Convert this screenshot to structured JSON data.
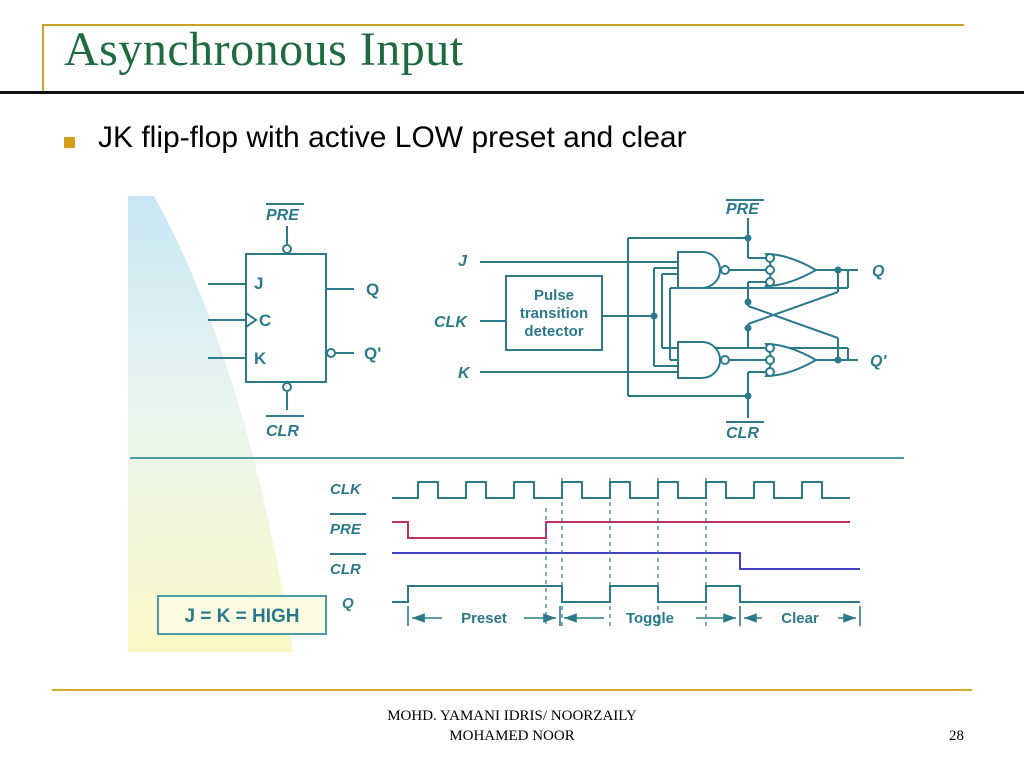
{
  "slide": {
    "title": "Asynchronous Input",
    "bullet": "JK flip-flop with active LOW preset and clear"
  },
  "figure": {
    "symbol": {
      "pre": "PRE",
      "clr": "CLR",
      "j": "J",
      "c": "C",
      "k": "K",
      "q": "Q",
      "q_bar": "Q'"
    },
    "circuit": {
      "pre": "PRE",
      "clr": "CLR",
      "j": "J",
      "clk": "CLK",
      "k": "K",
      "q": "Q",
      "q_bar": "Q'",
      "detector_line1": "Pulse",
      "detector_line2": "transition",
      "detector_line3": "detector"
    },
    "timing": {
      "labels": {
        "clk": "CLK",
        "pre": "PRE",
        "clr": "CLR",
        "q": "Q"
      },
      "condition": "J = K = HIGH",
      "intervals": [
        "Preset",
        "Toggle",
        "Clear"
      ]
    },
    "colors": {
      "teal": "#2b7a8c",
      "pre_trace": "#c03060",
      "clr_trace": "#4040c8"
    }
  },
  "footer": {
    "author_line1": "MOHD. YAMANI IDRIS/ NOORZAILY",
    "author_line2": "MOHAMED NOOR",
    "page_number": "28"
  }
}
